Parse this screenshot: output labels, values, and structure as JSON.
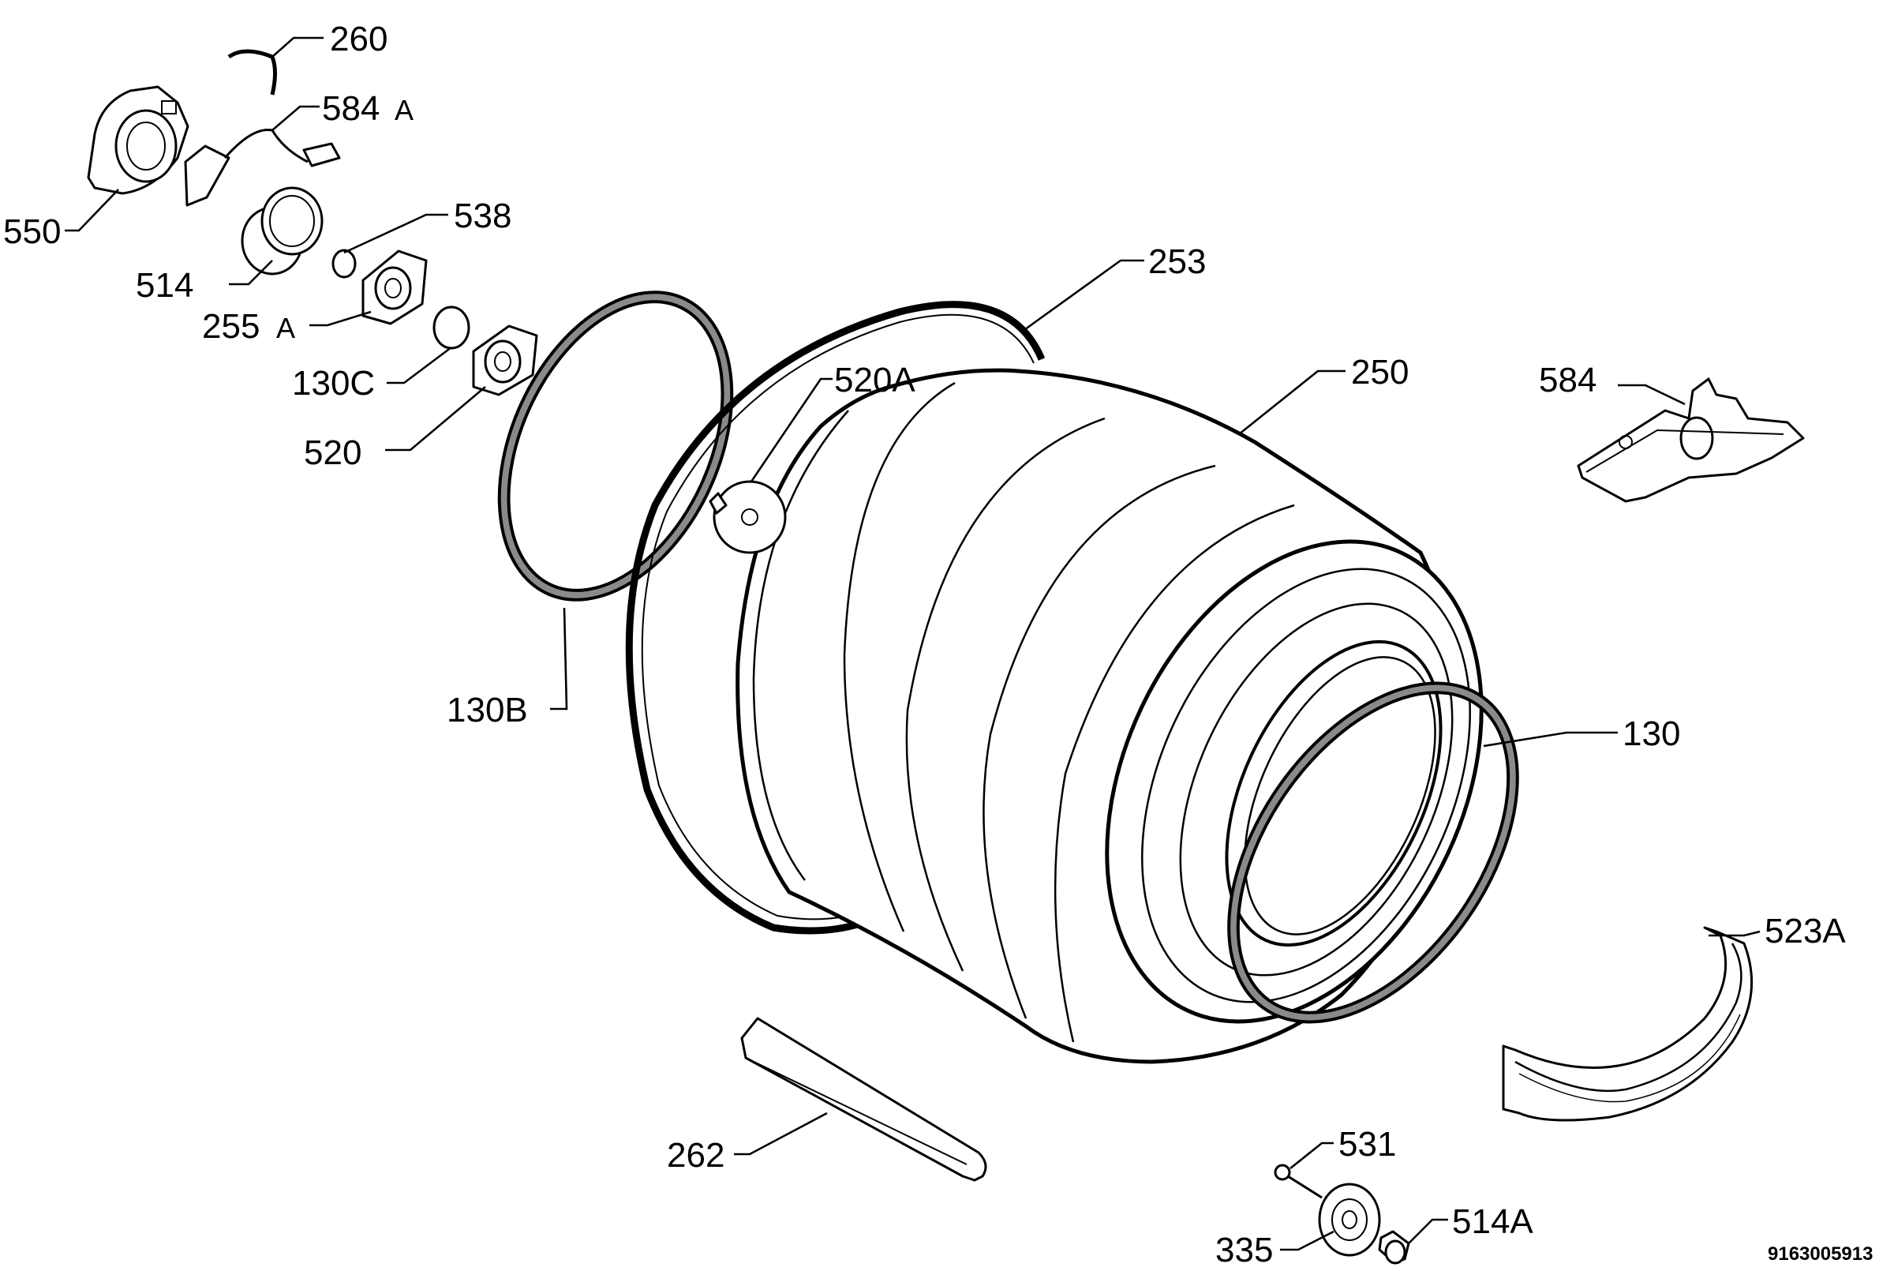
{
  "document_number": "9163005913",
  "callouts": {
    "c260": "260",
    "c584a_num": "584",
    "c584a_suffix": "A",
    "c538": "538",
    "c550": "550",
    "c514": "514",
    "c255a_num": "255",
    "c255a_suffix": "A",
    "c130c": "130C",
    "c520": "520",
    "c253": "253",
    "c520a": "520A",
    "c250": "250",
    "c584": "584",
    "c130b": "130B",
    "c130": "130",
    "c523a": "523A",
    "c262": "262",
    "c531": "531",
    "c335": "335",
    "c514a": "514A"
  }
}
